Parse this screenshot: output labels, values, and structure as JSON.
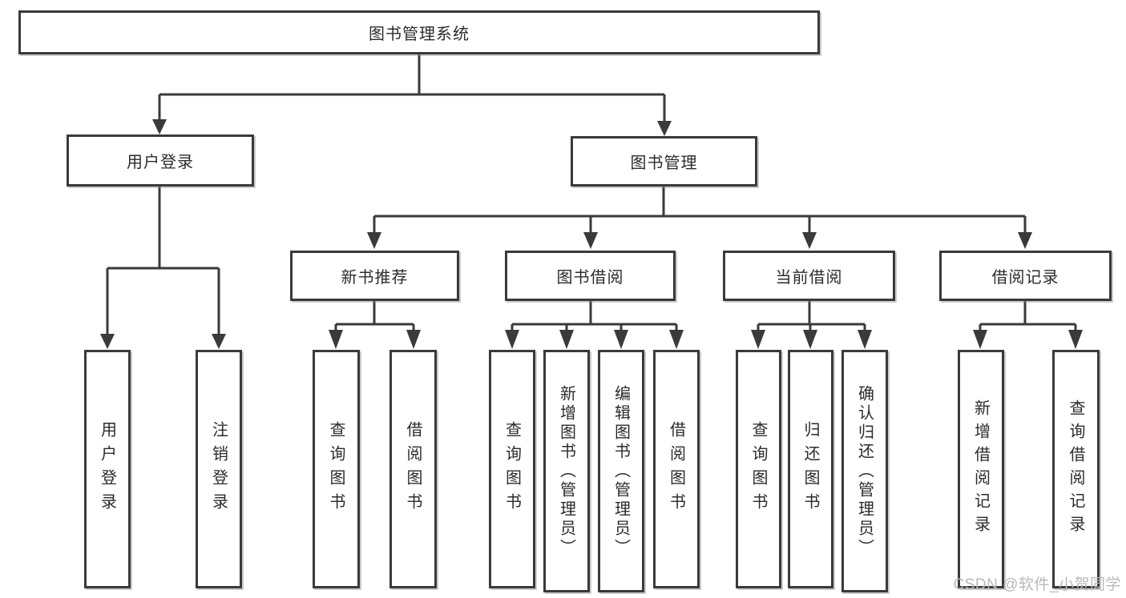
{
  "diagram": {
    "title": "图书管理系统",
    "level2": {
      "user_login": "用户登录",
      "book_mgmt": "图书管理"
    },
    "level3": {
      "new_book_rec": "新书推荐",
      "book_borrow": "图书借阅",
      "current_borrow": "当前借阅",
      "borrow_records": "借阅记录"
    },
    "leaves": [
      "用户登录",
      "注销登录",
      "查询图书",
      "借阅图书",
      "查询图书",
      "新增图书（管理员）",
      "编辑图书（管理员）",
      "借阅图书",
      "查询图书",
      "归还图书",
      "确认归还（管理员）",
      "新增借阅记录",
      "查询借阅记录"
    ],
    "watermark": "CSDN @软件_小贺同学",
    "colors": {
      "line": "#3a3a3a",
      "text": "#2b2b2b",
      "watermark": "#b9b9b9"
    }
  }
}
